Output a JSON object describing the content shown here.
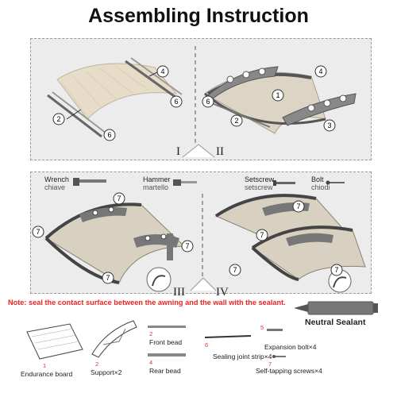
{
  "title": "Assembling Instruction",
  "steps": [
    "I",
    "II",
    "III",
    "IV"
  ],
  "callouts": [
    "2",
    "4",
    "6",
    "1",
    "3",
    "7"
  ],
  "tools": {
    "wrench": {
      "en": "Wrench",
      "it": "chiave"
    },
    "hammer": {
      "en": "Hammer",
      "it": "martello"
    },
    "setscrew": {
      "en": "Setscrew",
      "it": "setscrew"
    },
    "bolt": {
      "en": "Bolt",
      "it": "chiodi"
    }
  },
  "note": "Note: seal the contact surface between the awning and the wall with the sealant.",
  "sealant": "Neutral Sealant",
  "parts": [
    {
      "num": "1",
      "label": "Endurance board"
    },
    {
      "num": "2",
      "label": "Support×2"
    },
    {
      "num": "2",
      "label": "Front bead"
    },
    {
      "num": "4",
      "label": "Rear bead"
    },
    {
      "num": "6",
      "label": "Sealing joint strip×4"
    },
    {
      "num": "5",
      "label": "Expansion bolt×4"
    },
    {
      "num": "7",
      "label": "Self-tapping screws×4"
    }
  ]
}
